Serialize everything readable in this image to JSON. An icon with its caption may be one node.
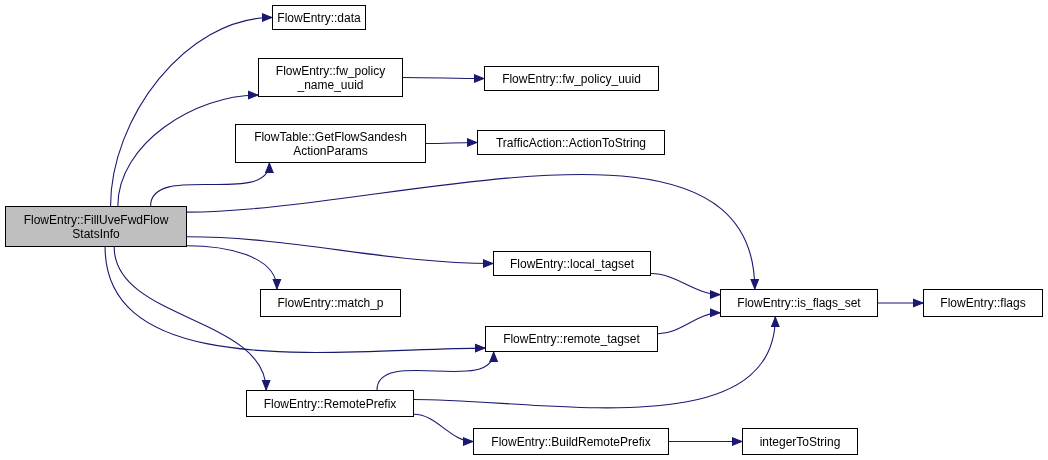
{
  "diagram": {
    "nodes": [
      {
        "text": [
          "FlowEntry::FillUveFwdFlow StatsInfo"
        ]
      },
      {
        "text": [
          "FlowEntry::data"
        ]
      },
      {
        "text": [
          "FlowEntry::fw_policy _name_uuid"
        ]
      },
      {
        "text": [
          "FlowEntry::fw_policy_uuid"
        ]
      },
      {
        "text": [
          "FlowTable::GetFlowSandesh ActionParams"
        ]
      },
      {
        "text": [
          "TrafficAction::ActionToString"
        ]
      },
      {
        "text": [
          "FlowEntry::local_tagset"
        ]
      },
      {
        "text": [
          "FlowEntry::is_flags_set"
        ]
      },
      {
        "text": [
          "FlowEntry::flags"
        ]
      },
      {
        "text": [
          "FlowEntry::match_p"
        ]
      },
      {
        "text": [
          "FlowEntry::remote_tagset"
        ]
      },
      {
        "text": [
          "FlowEntry::RemotePrefix"
        ]
      },
      {
        "text": [
          "FlowEntry::BuildRemotePrefix"
        ]
      },
      {
        "text": [
          "integerToString"
        ]
      }
    ],
    "edges": [
      {
        "from": 0,
        "to": 1,
        "arrow": "to"
      },
      {
        "from": 0,
        "to": 2,
        "arrow": "to"
      },
      {
        "from": 2,
        "to": 3,
        "arrow": "to"
      },
      {
        "from": 0,
        "to": 4,
        "arrow": "to"
      },
      {
        "from": 4,
        "to": 5,
        "arrow": "to"
      },
      {
        "from": 0,
        "to": 7,
        "arrow": "to"
      },
      {
        "from": 0,
        "to": 6,
        "arrow": "to"
      },
      {
        "from": 6,
        "to": 7,
        "arrow": "to"
      },
      {
        "from": 7,
        "to": 8,
        "arrow": "to"
      },
      {
        "from": 0,
        "to": 9,
        "arrow": "to"
      },
      {
        "from": 0,
        "to": 10,
        "arrow": "to"
      },
      {
        "from": 10,
        "to": 7,
        "arrow": "to"
      },
      {
        "from": 0,
        "to": 11,
        "arrow": "to"
      },
      {
        "from": 11,
        "to": 10,
        "arrow": "to"
      },
      {
        "from": 11,
        "to": 7,
        "arrow": "to"
      },
      {
        "from": 11,
        "to": 12,
        "arrow": "to"
      },
      {
        "from": 12,
        "to": 13,
        "arrow": "to"
      }
    ]
  }
}
